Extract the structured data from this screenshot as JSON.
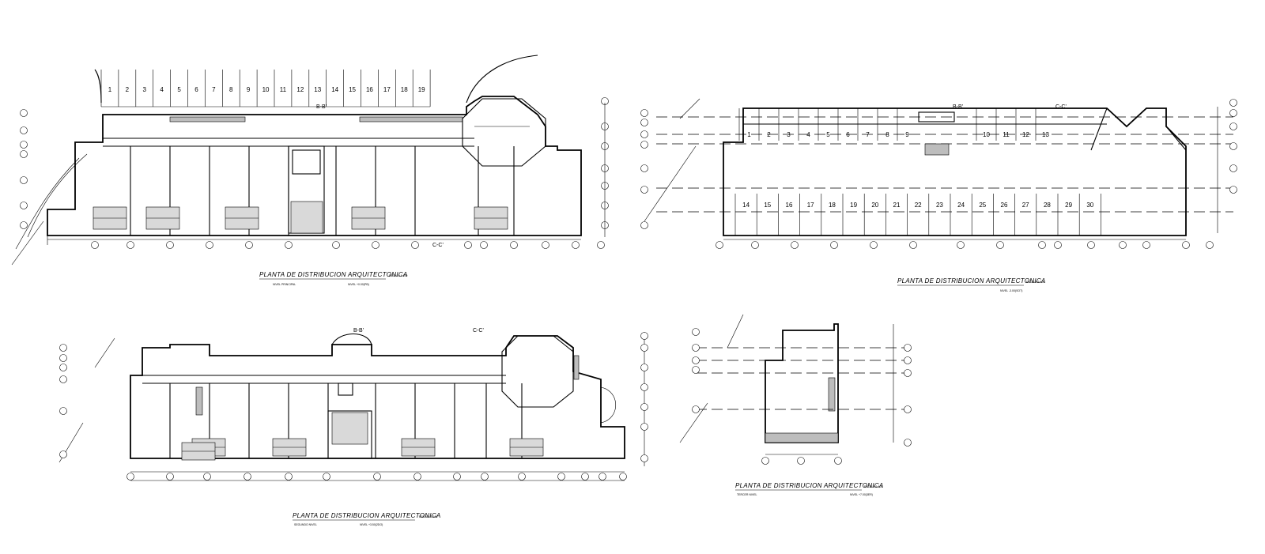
{
  "plans": [
    {
      "title": "PLANTA DE DISTRIBUCION ARQUITECTONICA",
      "scale": "ESCALA 1:100",
      "level": "NIVEL PRINCIPAL",
      "area": "NIVEL +0.00(PB)"
    },
    {
      "title": "PLANTA DE DISTRIBUCION ARQUITECTONICA",
      "scale": "ESCALA 1:100",
      "level": "",
      "area": "NIVEL -3.00(SOT)"
    },
    {
      "title": "PLANTA DE DISTRIBUCION ARQUITECTONICA",
      "scale": "ESCALA 1:100",
      "level": "SEGUNDO NIVEL",
      "area": "NIVEL +3.50(2DO)"
    },
    {
      "title": "PLANTA DE DISTRIBUCION ARQUITECTONICA",
      "scale": "ESCALA 1:100",
      "level": "TERCER NIVEL",
      "area": "NIVEL +7.00(3ER)"
    }
  ],
  "plan1": {
    "parking_top": [
      "1",
      "2",
      "3",
      "4",
      "5",
      "6",
      "7",
      "8",
      "9",
      "10",
      "11",
      "12",
      "13",
      "14",
      "15",
      "16",
      "17",
      "18",
      "19"
    ],
    "cuts": [
      "B-B'",
      "C-C'"
    ]
  },
  "plan2": {
    "parking_top": [
      "1",
      "2",
      "3",
      "4",
      "5",
      "6",
      "7",
      "8",
      "9",
      "10",
      "11",
      "12",
      "13"
    ],
    "parking_bottom": [
      "14",
      "15",
      "16",
      "17",
      "18",
      "19",
      "20",
      "21",
      "22",
      "23",
      "24",
      "25",
      "26",
      "27",
      "28",
      "29",
      "30"
    ],
    "cuts": [
      "B-B'",
      "C-C'"
    ]
  },
  "plan3": {
    "cuts": [
      "B-B'",
      "C-C'"
    ]
  }
}
